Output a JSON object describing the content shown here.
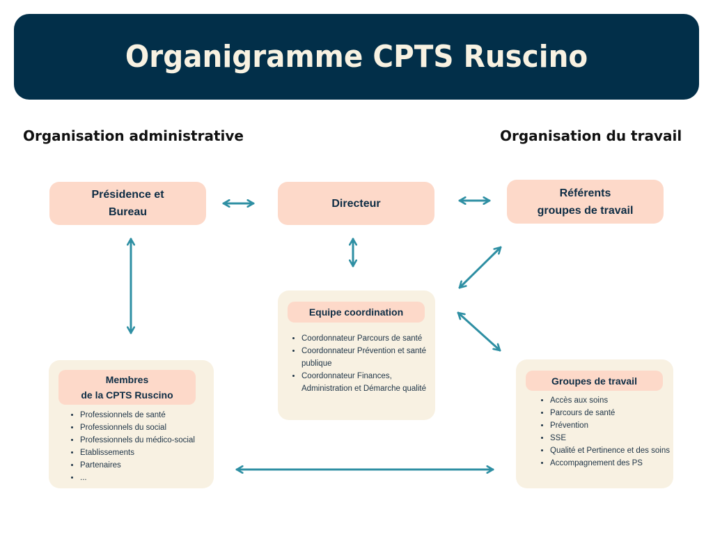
{
  "title": "Organigramme CPTS Ruscino",
  "sections": {
    "left": "Organisation administrative",
    "right": "Organisation du travail"
  },
  "nodes": {
    "presidence": {
      "line1": "Présidence et",
      "line2": "Bureau"
    },
    "directeur": {
      "label": "Directeur"
    },
    "referents": {
      "line1": "Référents",
      "line2": "groupes de travail"
    },
    "equipe": {
      "title": "Equipe coordination",
      "items": [
        "Coordonnateur Parcours de santé",
        "Coordonnateur Prévention et santé publique",
        "Coordonnateur Finances, Administration et Démarche qualité"
      ]
    },
    "membres": {
      "line1": "Membres",
      "line2": "de la CPTS Ruscino",
      "items": [
        "Professionnels de santé",
        "Professionnels du social",
        "Professionnels du médico-social",
        "Etablissements",
        "Partenaires",
        "..."
      ]
    },
    "groupes": {
      "title": "Groupes de travail",
      "items": [
        "Accès aux soins",
        "Parcours de santé",
        "Prévention",
        "SSE",
        "Qualité et Pertinence et des soins",
        "Accompagnement des PS"
      ]
    }
  },
  "connections": [
    {
      "from": "Présidence et Bureau",
      "to": "Directeur",
      "type": "bidirectional"
    },
    {
      "from": "Directeur",
      "to": "Référents groupes de travail",
      "type": "bidirectional"
    },
    {
      "from": "Présidence et Bureau",
      "to": "Membres de la CPTS Ruscino",
      "type": "bidirectional"
    },
    {
      "from": "Directeur",
      "to": "Equipe coordination",
      "type": "bidirectional"
    },
    {
      "from": "Equipe coordination",
      "to": "Référents groupes de travail",
      "type": "bidirectional"
    },
    {
      "from": "Equipe coordination",
      "to": "Groupes de travail",
      "type": "bidirectional"
    },
    {
      "from": "Membres de la CPTS Ruscino",
      "to": "Groupes de travail",
      "type": "bidirectional"
    }
  ],
  "colors": {
    "banner": "#022f49",
    "banner_text": "#f8f2e2",
    "node_fill": "#fdd9c9",
    "panel_fill": "#f8f1e2",
    "arrow": "#2e8fa3",
    "node_text": "#0d2c44"
  }
}
